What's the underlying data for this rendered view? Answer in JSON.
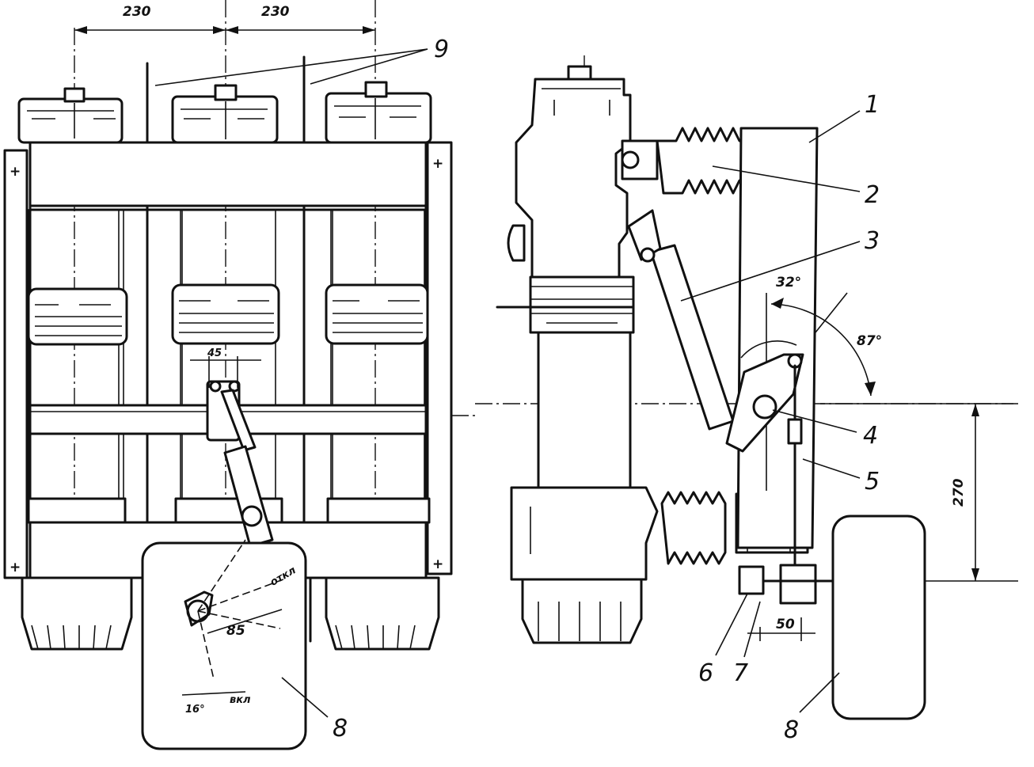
{
  "dimensions": {
    "front_span_left": "230",
    "front_span_right": "230",
    "lever_offset": "45",
    "lever_length": "85",
    "angle_16": "16°",
    "label_vkl": "вкл",
    "label_otkl": "откл",
    "angle_32": "32°",
    "angle_87": "87°",
    "height_270": "270",
    "offset_50": "50"
  },
  "labels": {
    "l1": "1",
    "l2": "2",
    "l3": "3",
    "l4": "4",
    "l5": "5",
    "l6": "6",
    "l7": "7",
    "l8_front": "8",
    "l8_side": "8",
    "l9": "9",
    "plus": "+"
  }
}
